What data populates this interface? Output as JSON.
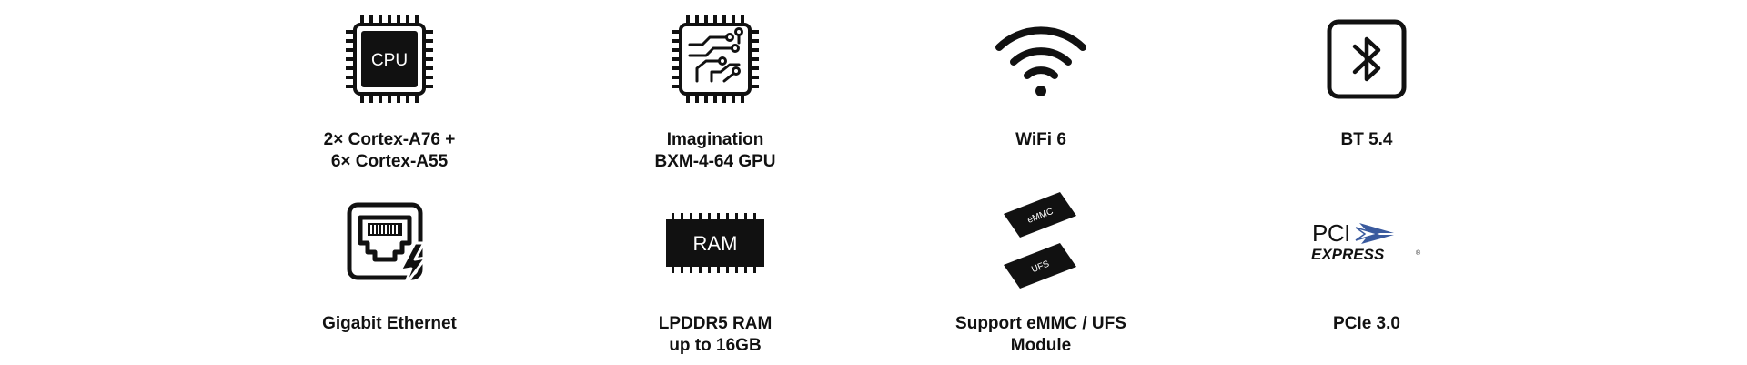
{
  "features": [
    {
      "caption": "2× Cortex-A76 +\n6× Cortex-A55",
      "icon": "cpu-chip-icon",
      "icon_text": "CPU"
    },
    {
      "caption": "Imagination\nBXM-4-64 GPU",
      "icon": "gpu-circuit-chip-icon"
    },
    {
      "caption": "WiFi 6",
      "icon": "wifi-icon"
    },
    {
      "caption": "BT 5.4",
      "icon": "bluetooth-icon"
    },
    {
      "caption": "Gigabit Ethernet",
      "icon": "ethernet-port-icon"
    },
    {
      "caption": "LPDDR5 RAM\nup to 16GB",
      "icon": "ram-chip-icon",
      "icon_text": "RAM"
    },
    {
      "caption": "Support eMMC / UFS\nModule",
      "icon": "storage-modules-icon",
      "icon_text": [
        "eMMC",
        "UFS"
      ]
    },
    {
      "caption": "PCIe 3.0",
      "icon": "pci-express-logo",
      "icon_text": [
        "PCI",
        "EXPRESS",
        "®"
      ]
    }
  ],
  "colors": {
    "text": "#111111",
    "icon": "#111111",
    "pci_blue": "#3a5a9e"
  }
}
